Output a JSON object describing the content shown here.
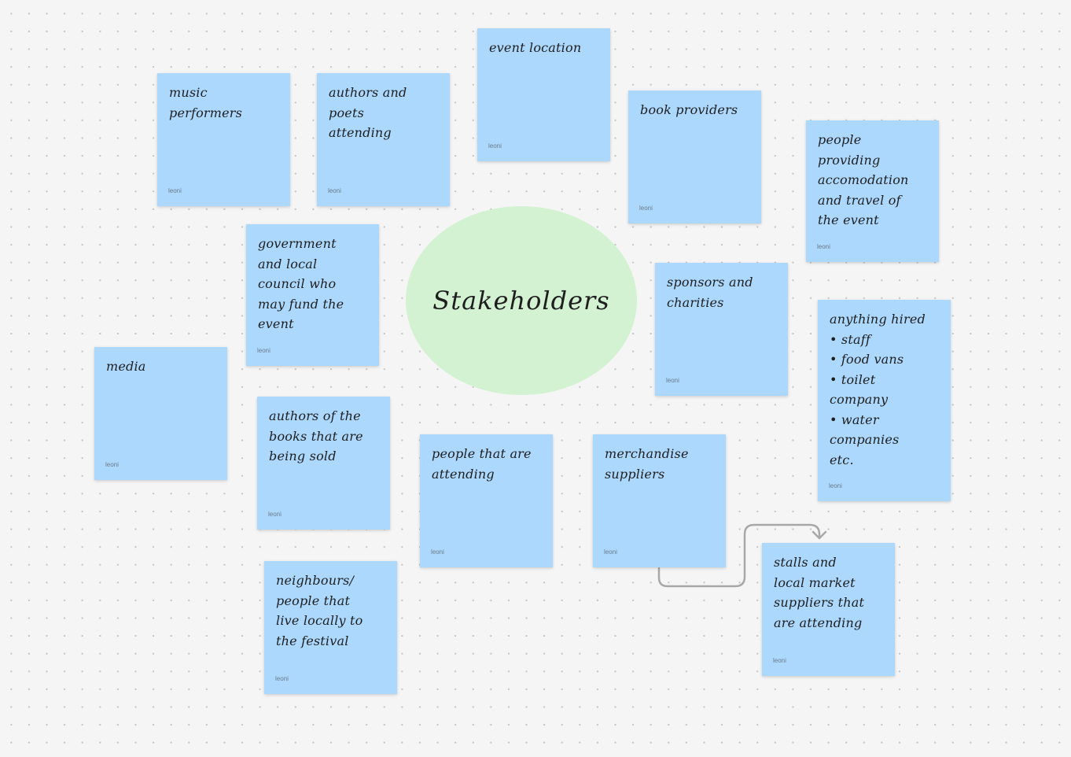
{
  "center": {
    "label": "Stakeholders",
    "color": "#d3f2d2"
  },
  "sticky_color": "#acd8fd",
  "stickies": [
    {
      "text": "music\nperformers",
      "author": "leoni"
    },
    {
      "text": "authors and\npoets\nattending",
      "author": "leoni"
    },
    {
      "text": "event location",
      "author": "leoni"
    },
    {
      "text": "book providers",
      "author": "leoni"
    },
    {
      "text": "people\nproviding\naccomodation\nand travel of\nthe event",
      "author": "leoni"
    },
    {
      "text": "government\nand local\ncouncil who\nmay fund the\nevent",
      "author": "leoni"
    },
    {
      "text": "sponsors and\ncharities",
      "author": "leoni"
    },
    {
      "text": "anything hired\n  •  staff\n  •  food vans\n  •  toilet\n      company\n  •  water\n      companies\n      etc.",
      "author": "leoni"
    },
    {
      "text": "media",
      "author": "leoni"
    },
    {
      "text": "authors of the\nbooks that are\nbeing sold",
      "author": "leoni"
    },
    {
      "text": "people that are\nattending",
      "author": "leoni"
    },
    {
      "text": "merchandise\nsuppliers",
      "author": "leoni"
    },
    {
      "text": "stalls and\nlocal market\nsuppliers that\nare attending",
      "author": "leoni"
    },
    {
      "text": "neighbours/\npeople that\nlive locally to\nthe festival",
      "author": "leoni"
    }
  ]
}
